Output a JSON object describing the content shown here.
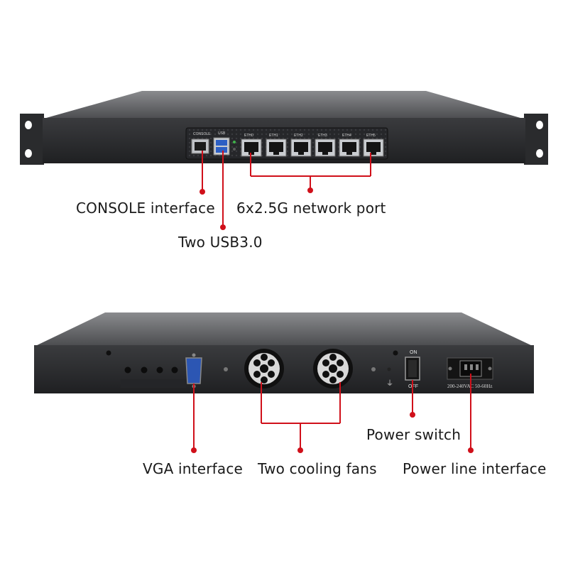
{
  "front_panel": {
    "port_labels": [
      "CONSOLE",
      "USB",
      "ETH0",
      "ETH1",
      "ETH2",
      "ETH3",
      "ETH4",
      "ETH5"
    ],
    "callouts": {
      "console": "CONSOLE interface",
      "network": "6x2.5G network port",
      "usb": "Two USB3.0"
    }
  },
  "rear_panel": {
    "switch_on": "ON",
    "switch_off": "OFF",
    "power_rating": "200-240VAC 50-60Hz",
    "callouts": {
      "vga": "VGA interface",
      "fans": "Two cooling fans",
      "power_switch": "Power switch",
      "power_line": "Power line interface"
    }
  },
  "colors": {
    "callout_line": "#d0101a",
    "chassis_dark": "#2b2b2d",
    "chassis_top": "#6a6b6e"
  }
}
